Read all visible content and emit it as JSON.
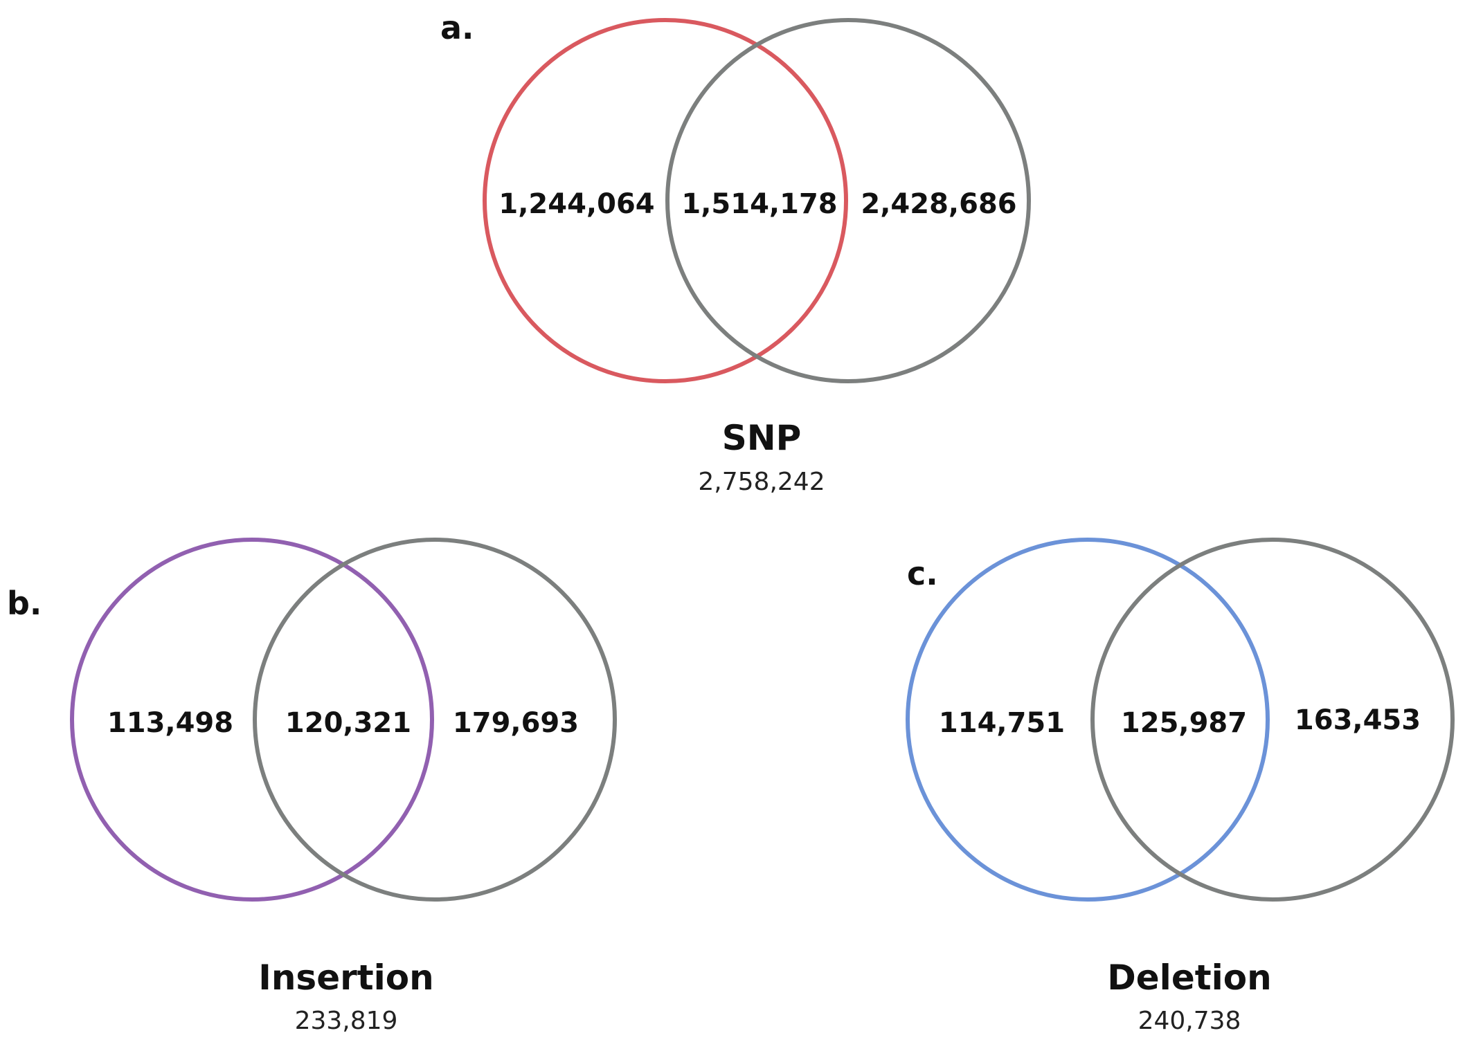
{
  "panels": {
    "a": {
      "label": "a.",
      "title": "SNP",
      "total": "2,758,242",
      "left_only": "1,244,064",
      "overlap": "1,514,178",
      "right_only": "2,428,686",
      "left_color": "#d9595f",
      "right_color": "#7c7f7e"
    },
    "b": {
      "label": "b.",
      "title": "Insertion",
      "total": "233,819",
      "left_only": "113,498",
      "overlap": "120,321",
      "right_only": "179,693",
      "left_color": "#9160b0",
      "right_color": "#7c7f7e"
    },
    "c": {
      "label": "c.",
      "title": "Deletion",
      "total": "240,738",
      "left_only": "114,751",
      "overlap": "125,987",
      "right_only": "163,453",
      "left_color": "#6b92d8",
      "right_color": "#7c7f7e"
    }
  }
}
